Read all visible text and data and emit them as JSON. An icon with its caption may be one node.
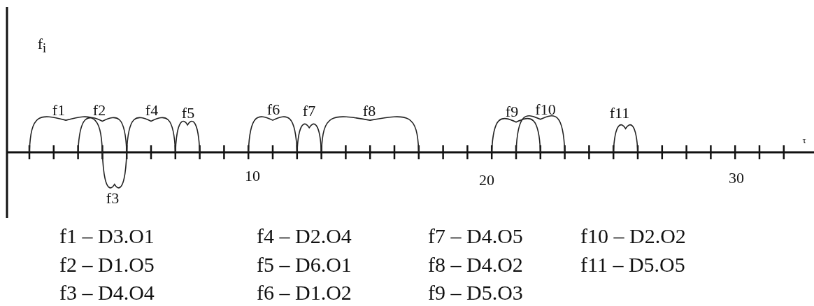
{
  "diagram": {
    "labels": [
      "f$_{i}$",
      "f1",
      "f2",
      "f4",
      "f5",
      "f6",
      "f7",
      "f8",
      "f9",
      "f10",
      "f11",
      "τ",
      "f3",
      "10",
      "20",
      "30",
      "f1 – D3.O1",
      "f4 – D2.O4",
      "f7 – D4.O5",
      "f10 – D2.O2",
      "f2 – D1.O5",
      "f5 – D6.O1",
      "f8 – D4.O2",
      "f11 – D5.O5",
      "f3 – D4.O4",
      "f6 – D1.O2",
      "f9 – D5.O3"
    ]
  }
}
